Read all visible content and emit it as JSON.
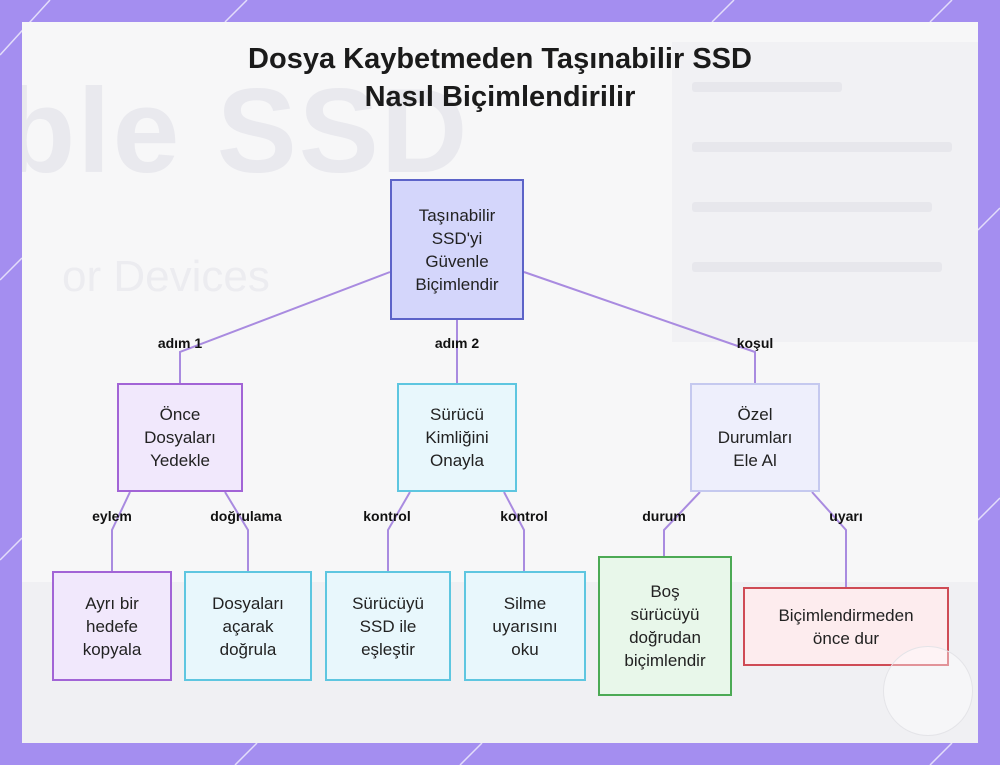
{
  "title": {
    "line1": "Dosya Kaybetmeden Taşınabilir SSD",
    "line2": "Nasıl Biçimlendirilir"
  },
  "background_text": {
    "large": "ble SSD",
    "sub": "or Devices"
  },
  "nodes": {
    "root": {
      "label": "Taşınabilir\nSSD'yi\nGüvenle\nBiçimlendir"
    },
    "backup": {
      "label": "Önce\nDosyaları\nYedekle"
    },
    "verify_drive": {
      "label": "Sürücü\nKimliğini\nOnayla"
    },
    "special": {
      "label": "Özel\nDurumları\nEle Al"
    },
    "copy_target": {
      "label": "Ayrı bir\nhedefe\nkopyala"
    },
    "open_verify": {
      "label": "Dosyaları\naçarak\ndoğrula"
    },
    "match_ssd": {
      "label": "Sürücüyü\nSSD ile\neşleştir"
    },
    "read_warning": {
      "label": "Silme\nuyarısını\noku"
    },
    "format_empty": {
      "label": "Boş\nsürücüyü\ndoğrudan\nbiçimlendir"
    },
    "stop_before": {
      "label": "Biçimlendirmeden\nönce dur"
    }
  },
  "edge_labels": {
    "step1": "adım 1",
    "step2": "adım 2",
    "condition": "koşul",
    "action": "eylem",
    "verification": "doğrulama",
    "check1": "kontrol",
    "check2": "kontrol",
    "state": "durum",
    "warning": "uyarı"
  },
  "colors": {
    "background": "#a48ef0",
    "edge": "#a98be0",
    "root_fill": "#d4d6fb",
    "root_border": "#5c63c8",
    "purple_fill": "#f1e8fc",
    "purple_border": "#a264d6",
    "cyan_fill": "#e8f7fc",
    "cyan_border": "#5ec6e0",
    "lavender_fill": "#eeeffc",
    "lavender_border": "#c5c9ef",
    "green_fill": "#e8f7ea",
    "green_border": "#4caa55",
    "red_fill": "#fdecee",
    "red_border": "#cf4b55"
  }
}
